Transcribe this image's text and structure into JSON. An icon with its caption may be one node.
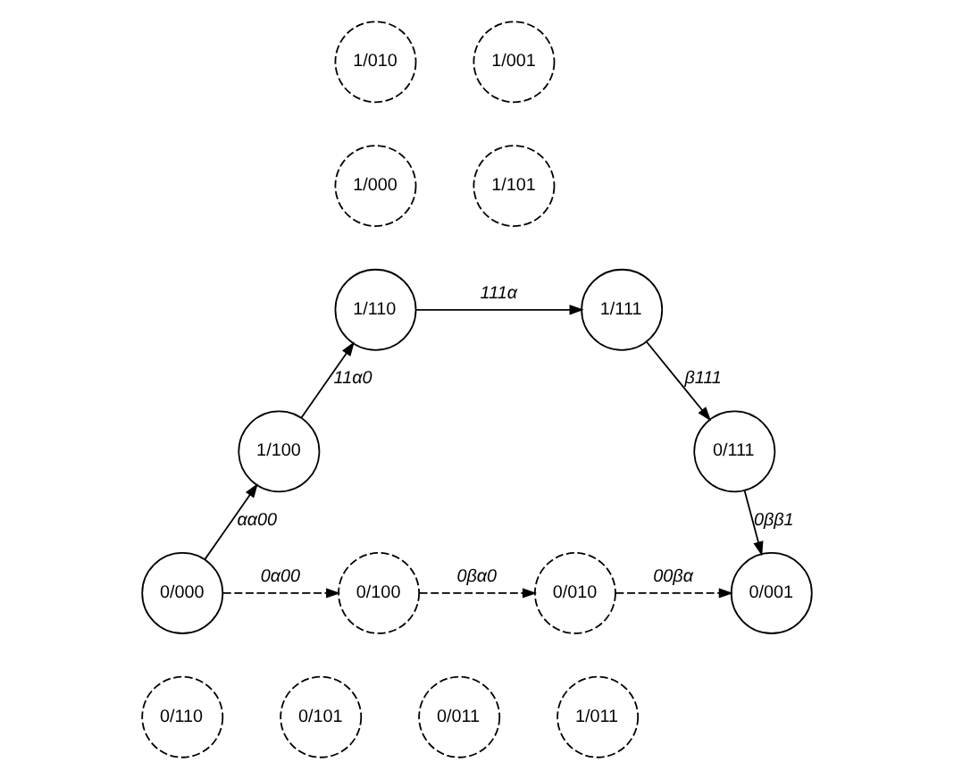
{
  "diagram": {
    "nodes": [
      {
        "text": [
          "1/010"
        ]
      },
      {
        "text": [
          "1/001"
        ]
      },
      {
        "text": [
          "1/000"
        ]
      },
      {
        "text": [
          "1/101"
        ]
      },
      {
        "text": [
          "1/110"
        ]
      },
      {
        "text": [
          "1/111"
        ]
      },
      {
        "text": [
          "1/100"
        ]
      },
      {
        "text": [
          "0/111"
        ]
      },
      {
        "text": [
          "0/000"
        ]
      },
      {
        "text": [
          "0/100"
        ]
      },
      {
        "text": [
          "0/010"
        ]
      },
      {
        "text": [
          "0/001"
        ]
      },
      {
        "text": [
          "0/110"
        ]
      },
      {
        "text": [
          "0/101"
        ]
      },
      {
        "text": [
          "0/011"
        ]
      },
      {
        "text": [
          "1/011"
        ]
      }
    ],
    "edges": [
      {
        "from": 8,
        "to": 6,
        "arrow": "to",
        "label": "αα00"
      },
      {
        "from": 6,
        "to": 4,
        "arrow": "to",
        "label": "11α0"
      },
      {
        "from": 4,
        "to": 5,
        "arrow": "to",
        "label": "111α"
      },
      {
        "from": 5,
        "to": 7,
        "arrow": "to",
        "label": "β111"
      },
      {
        "from": 7,
        "to": 11,
        "arrow": "to",
        "label": "0ββ1"
      },
      {
        "from": 8,
        "to": 9,
        "arrow": "to",
        "label": "0α00",
        "style": "dashed"
      },
      {
        "from": 9,
        "to": 10,
        "arrow": "to",
        "label": "0βα0",
        "style": "dashed"
      },
      {
        "from": 10,
        "to": 11,
        "arrow": "to",
        "label": "00βα",
        "style": "dashed"
      }
    ]
  }
}
